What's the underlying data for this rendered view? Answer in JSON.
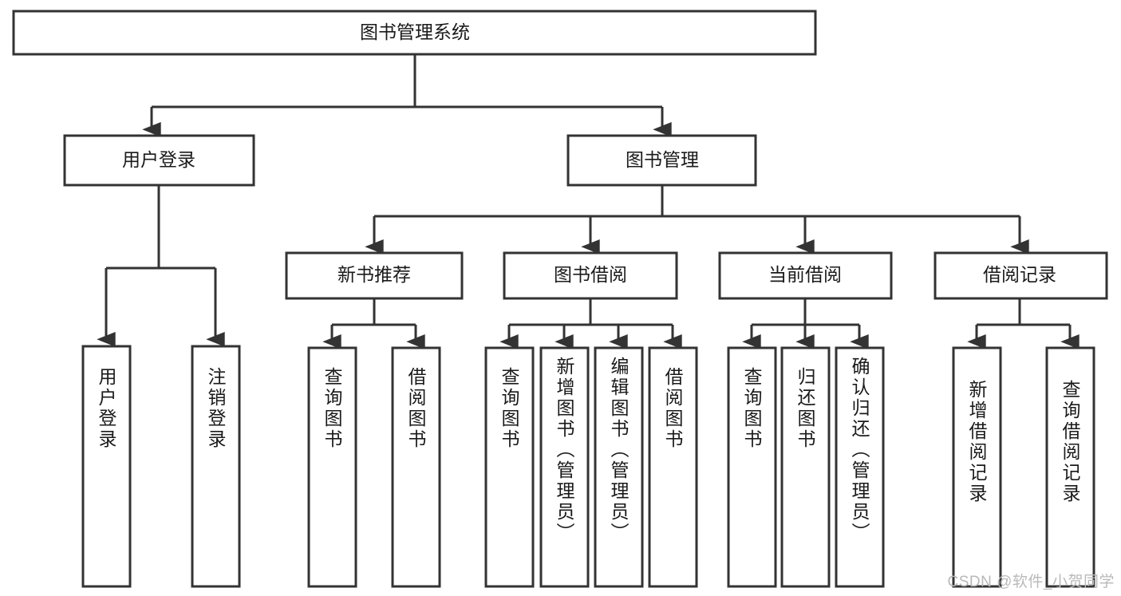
{
  "diagram": {
    "type": "tree-hierarchy",
    "title": "图书管理系统",
    "orientation": "top-down",
    "arrow_style": "solid-triangle",
    "box_fill": "#ffffff",
    "box_stroke": "#333333",
    "text_color": "#1a1a1a",
    "levels": {
      "root": "图书管理系统",
      "level2": [
        "用户登录",
        "图书管理"
      ],
      "level3": [
        "新书推荐",
        "图书借阅",
        "当前借阅",
        "借阅记录"
      ]
    },
    "nodes": {
      "root": {
        "label": "图书管理系统"
      },
      "user_login": {
        "label": "用户登录"
      },
      "book_manage": {
        "label": "图书管理"
      },
      "new_book_rec": {
        "label": "新书推荐"
      },
      "book_borrow": {
        "label": "图书借阅"
      },
      "current_borrow": {
        "label": "当前借阅"
      },
      "borrow_record": {
        "label": "借阅记录"
      }
    },
    "leaves": {
      "user_login_children": [
        {
          "label": "用户登录"
        },
        {
          "label": "注销登录"
        }
      ],
      "new_book_rec_children": [
        {
          "label": "查询图书"
        },
        {
          "label": "借阅图书"
        }
      ],
      "book_borrow_children": [
        {
          "label": "查询图书"
        },
        {
          "label": "新增图书（管理员）"
        },
        {
          "label": "编辑图书（管理员）"
        },
        {
          "label": "借阅图书"
        }
      ],
      "current_borrow_children": [
        {
          "label": "查询图书"
        },
        {
          "label": "归还图书"
        },
        {
          "label": "确认归还（管理员）"
        }
      ],
      "borrow_record_children": [
        {
          "label": "新增借阅记录"
        },
        {
          "label": "查询借阅记录"
        }
      ]
    }
  },
  "watermark": {
    "text": "CSDN @软件_小贺同学"
  }
}
